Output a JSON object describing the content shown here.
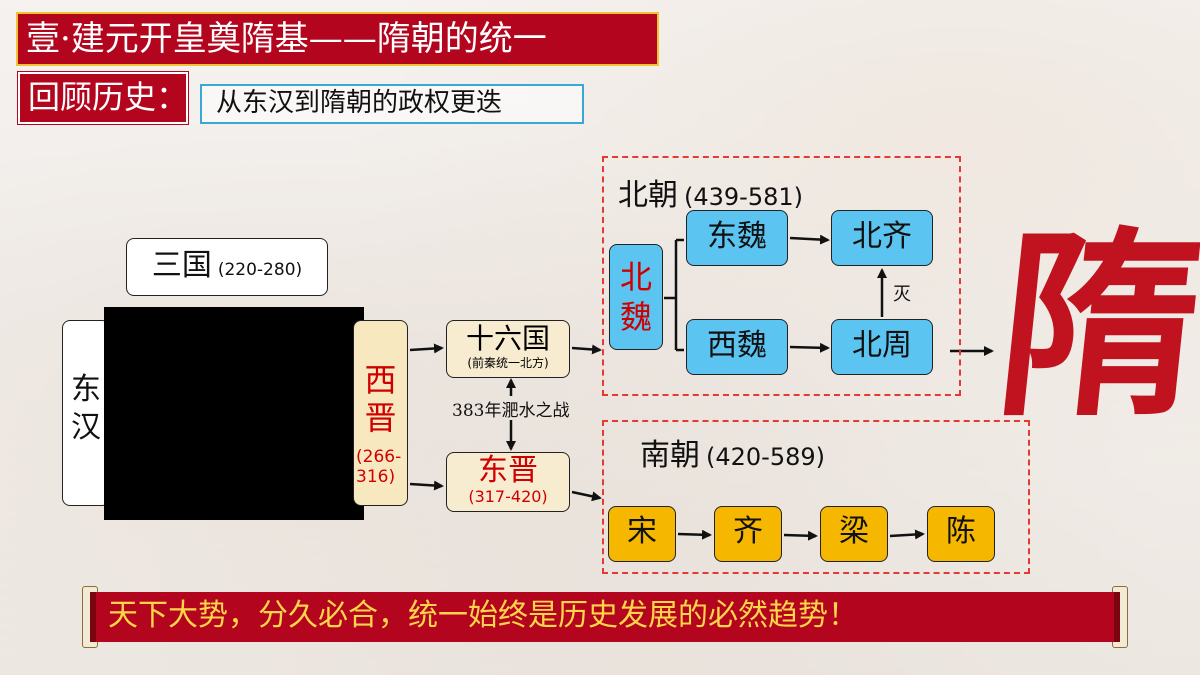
{
  "header": {
    "title": "壹·建元开皇奠隋基——隋朝的统一",
    "review_label": "回顾历史：",
    "subtitle": "从东汉到隋朝的政权更迭"
  },
  "nodes": {
    "sanguo": {
      "name": "三国",
      "years": "(220-280)"
    },
    "donghan": {
      "name": "东汉"
    },
    "xijin": {
      "name": "西晋",
      "years": "(266-316)"
    },
    "shiliuguo": {
      "name": "十六国",
      "note": "(前秦统一北方)"
    },
    "battle": "383年淝水之战",
    "dongjin": {
      "name": "东晋",
      "years": "(317-420)"
    },
    "beichao": {
      "name": "北朝",
      "years": "(439-581)"
    },
    "beiwei": {
      "name": "北魏"
    },
    "dongwei": {
      "name": "东魏"
    },
    "xiwei": {
      "name": "西魏"
    },
    "beiqi": {
      "name": "北齐"
    },
    "beizhou": {
      "name": "北周"
    },
    "mie": "灭",
    "nanchao": {
      "name": "南朝",
      "years": "(420-589)"
    },
    "song": {
      "name": "宋"
    },
    "qi": {
      "name": "齐"
    },
    "liang": {
      "name": "梁"
    },
    "chen": {
      "name": "陈"
    },
    "sui": "隋"
  },
  "banner": "天下大势，分久必合，统一始终是历史发展的必然趋势！",
  "colors": {
    "accent_red": "#b3061e",
    "north_blue": "#5bc4f0",
    "south_yellow": "#f5b700",
    "highlight_text_red": "#d00000",
    "banner_text_gold": "#ffd54a"
  }
}
